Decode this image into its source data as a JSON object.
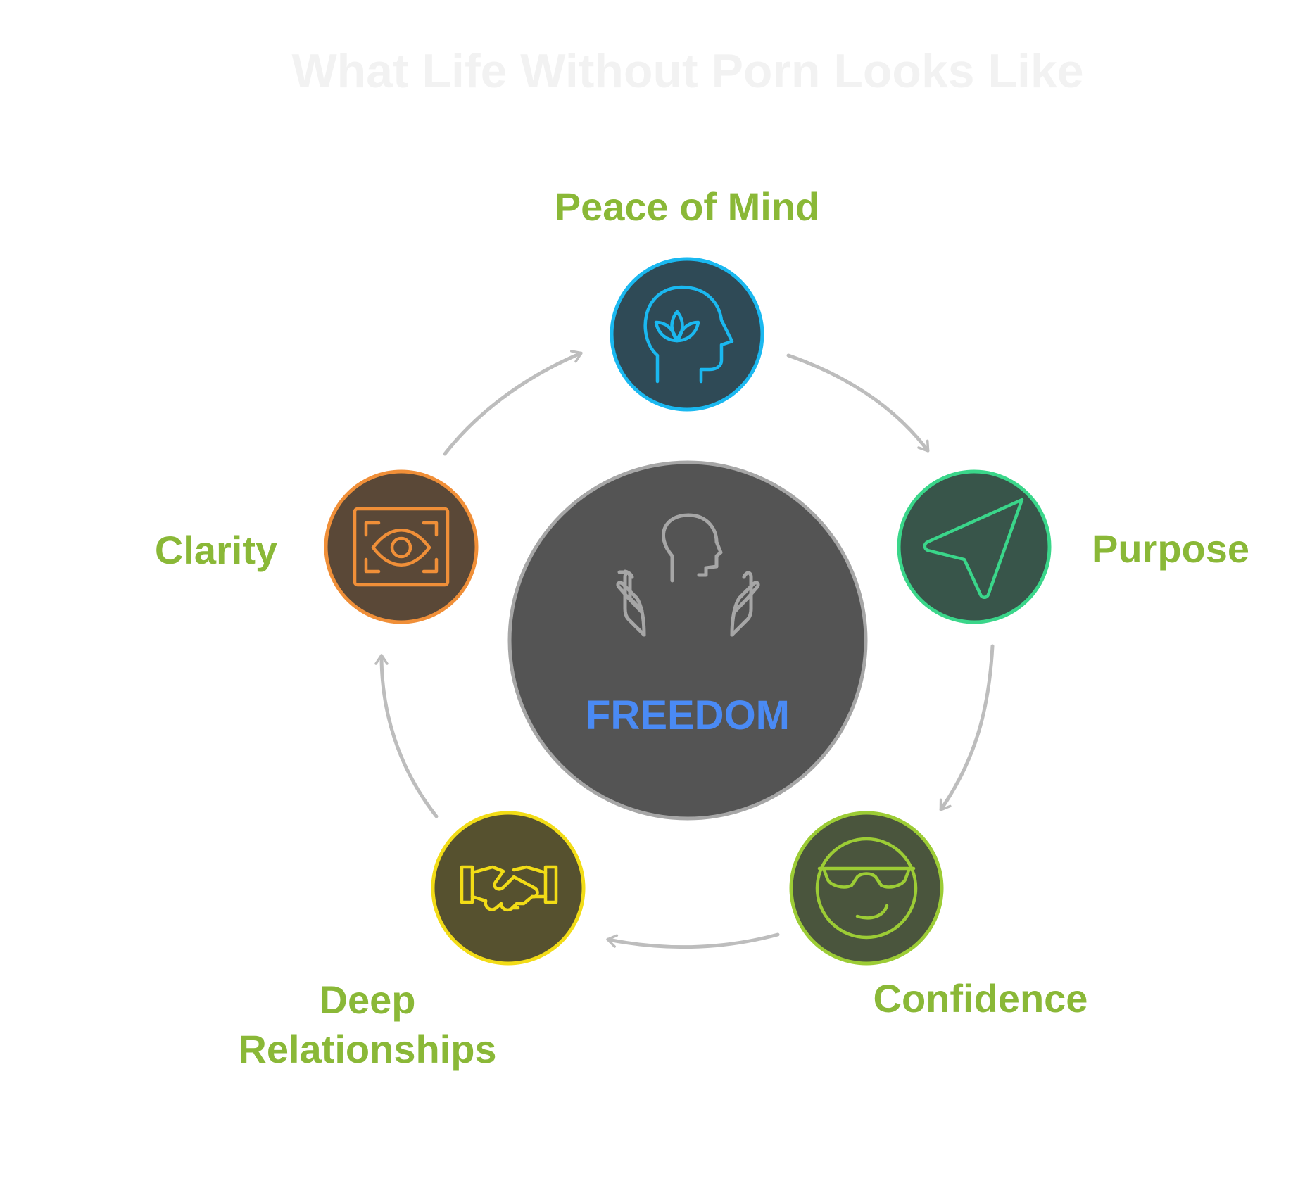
{
  "title": "What Life Without Porn Looks Like",
  "colors": {
    "title": "#f2f2f2",
    "label": "#8ab837",
    "arrow": "#bdbdbd",
    "center_fill": "#545454",
    "center_stroke": "#a6a6a6",
    "center_text": "#4a8af4"
  },
  "center": {
    "label": "FREEDOM",
    "icon": "person-raised-hands-icon"
  },
  "nodes": [
    {
      "id": "peace-of-mind",
      "label": "Peace of Mind",
      "icon": "head-lotus-icon",
      "stroke": "#1ab8f0",
      "fill": "#2f4a56"
    },
    {
      "id": "purpose",
      "label": "Purpose",
      "icon": "navigation-arrow-icon",
      "stroke": "#3ad68a",
      "fill": "#38554a"
    },
    {
      "id": "confidence",
      "label": "Confidence",
      "icon": "sunglasses-smiley-icon",
      "stroke": "#9ccc35",
      "fill": "#4a553d"
    },
    {
      "id": "deep-relationships",
      "label_lines": [
        "Deep",
        "Relationships"
      ],
      "icon": "handshake-icon",
      "stroke": "#f2dc16",
      "fill": "#56512f"
    },
    {
      "id": "clarity",
      "label": "Clarity",
      "icon": "eye-focus-icon",
      "stroke": "#f08f38",
      "fill": "#5a4837"
    }
  ]
}
